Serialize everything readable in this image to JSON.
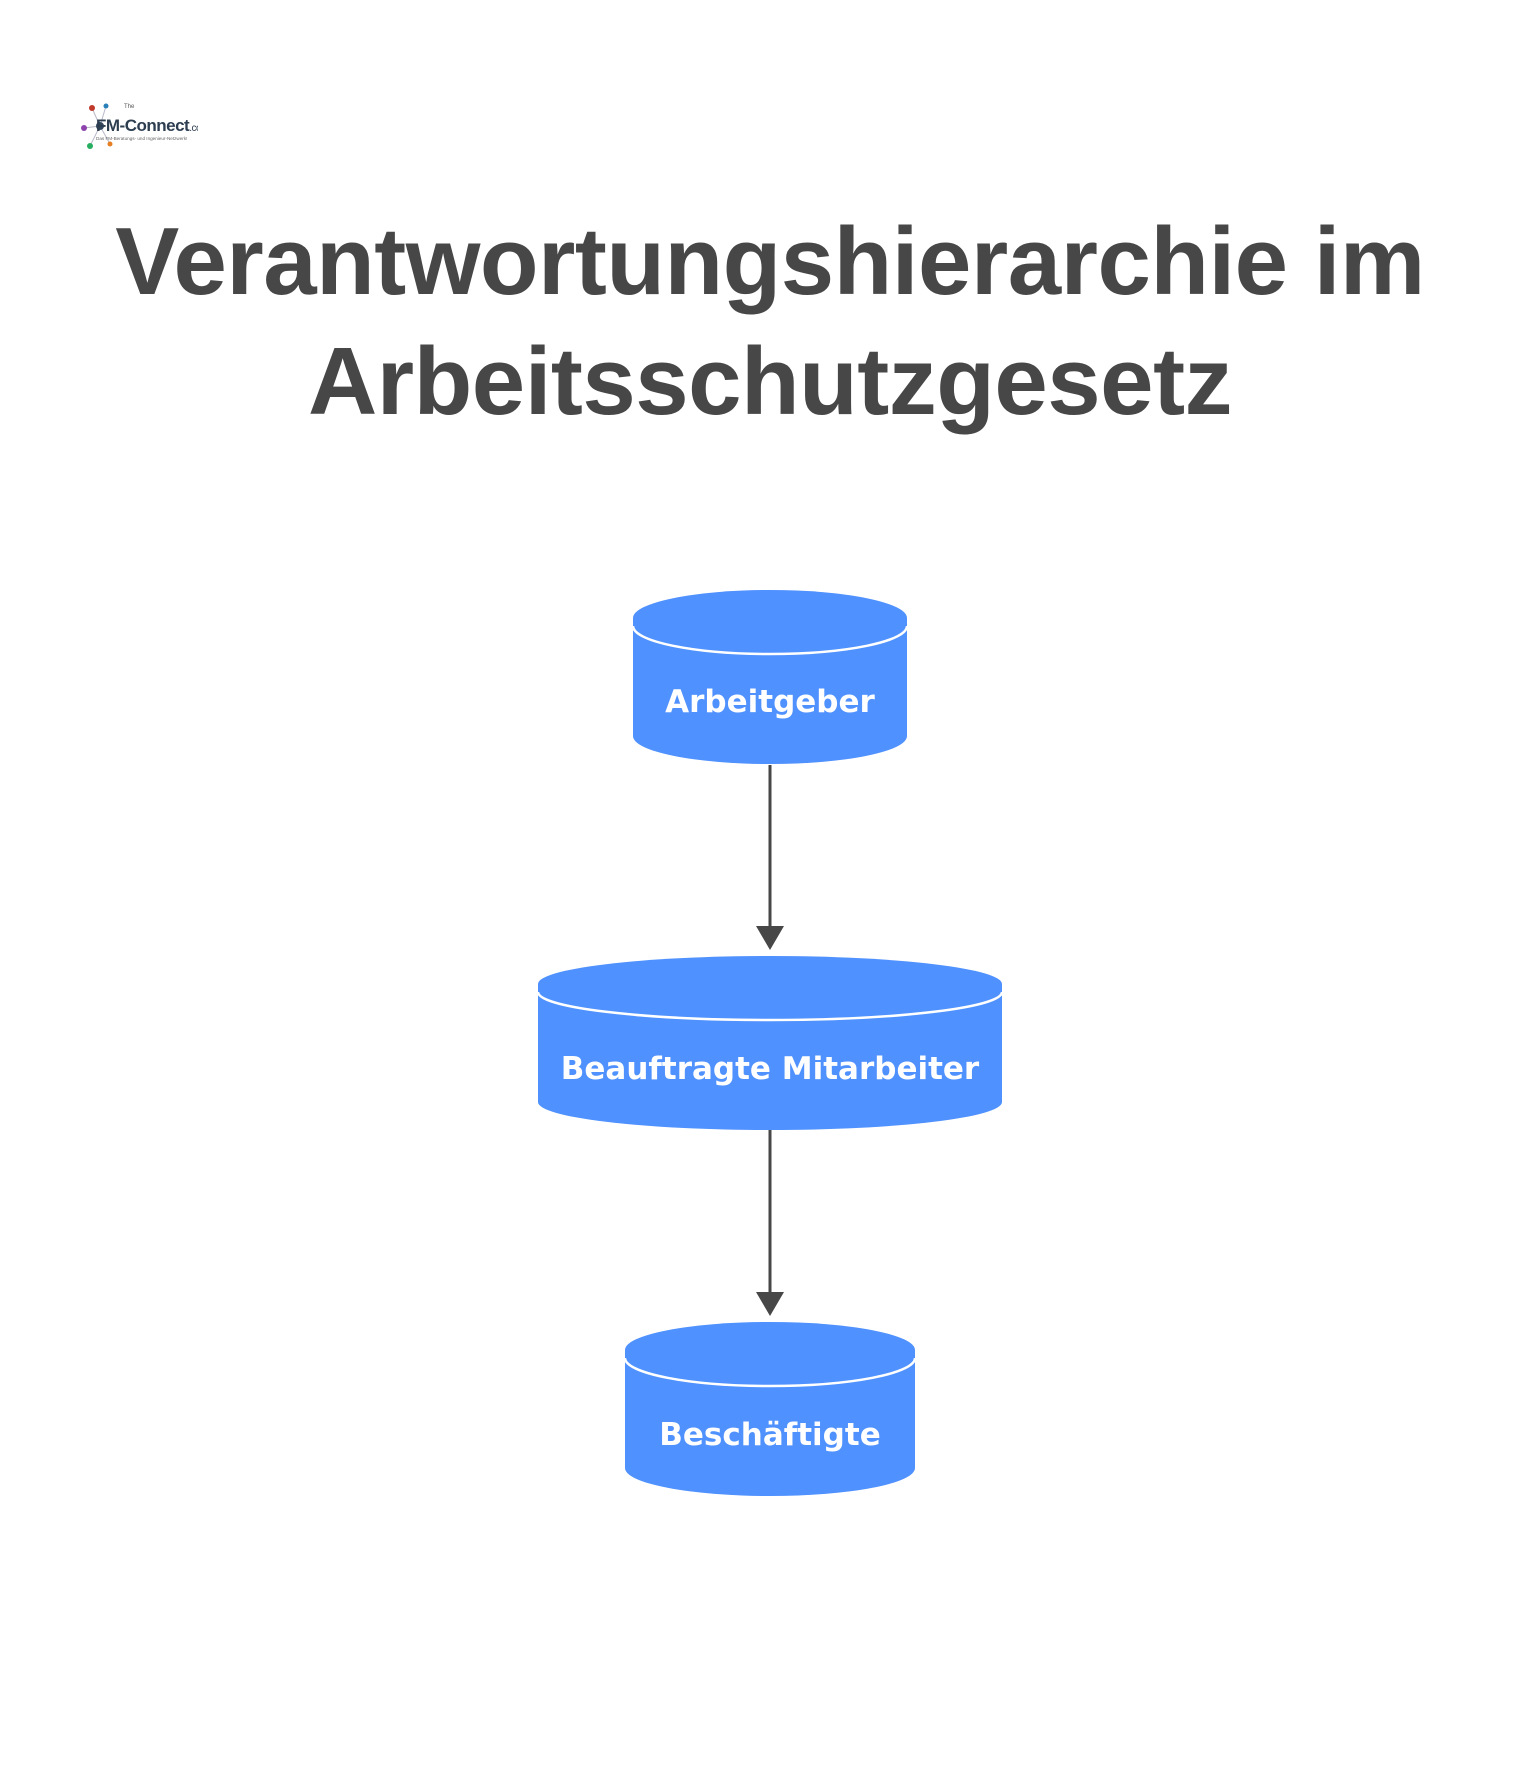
{
  "logo": {
    "brand_text": "FM-Connect",
    "domain_suffix": ".com",
    "superscript": "The",
    "tagline": "Das FM-Beratungs- und Ingenieur-Netzwerk!"
  },
  "title": {
    "line1": "Verantwortungshierarchie im",
    "line2": "Arbeitsschutzgesetz"
  },
  "diagram": {
    "nodes": [
      {
        "id": "arbeitgeber",
        "label": "Arbeitgeber"
      },
      {
        "id": "beauftragte-mitarbeiter",
        "label": "Beauftragte Mitarbeiter"
      },
      {
        "id": "beschaeftigte",
        "label": "Beschäftigte"
      }
    ],
    "edges": [
      {
        "from": "arbeitgeber",
        "to": "beauftragte-mitarbeiter"
      },
      {
        "from": "beauftragte-mitarbeiter",
        "to": "beschaeftigte"
      }
    ]
  },
  "colors": {
    "node_fill": "#4F91FF",
    "node_rim": "#ffffff",
    "title_text": "#474747",
    "edge": "#474747"
  }
}
